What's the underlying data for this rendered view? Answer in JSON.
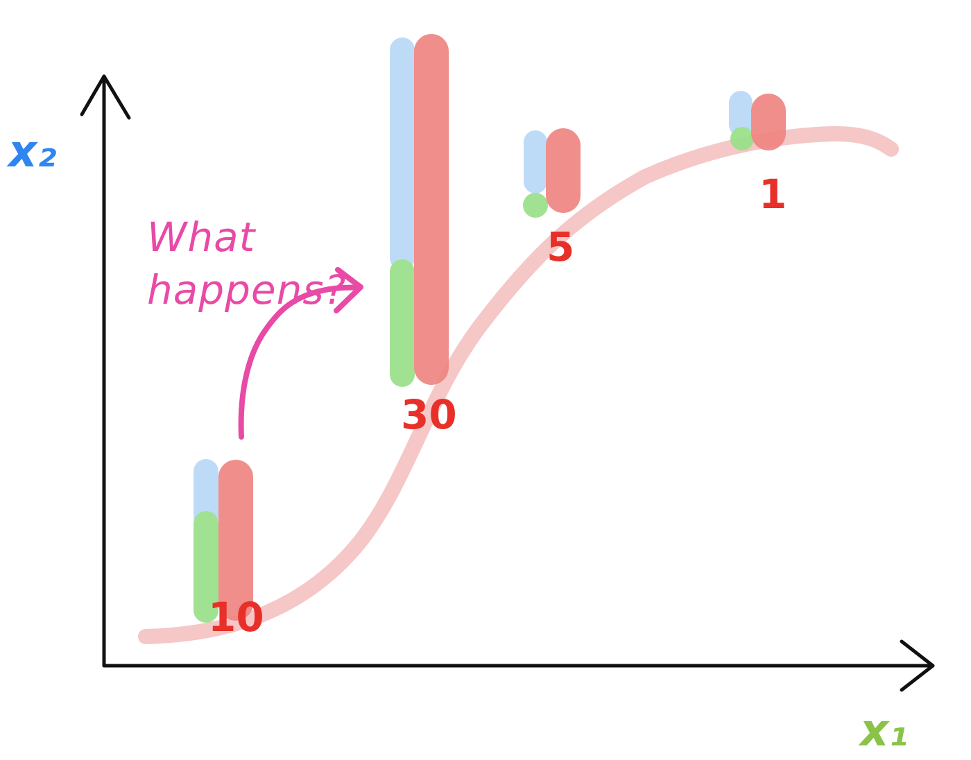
{
  "colors": {
    "axis": "#111111",
    "curve": "#f4c4c4",
    "blue_bar": "#b8d8f7",
    "green_bar": "#98e088",
    "red_bar": "#ef8582",
    "count_text": "#e8302a",
    "annotation": "#e84aa6",
    "x2_label": "#2f86f0",
    "x1_label": "#8bc34a"
  },
  "axes": {
    "y_label": "x₂",
    "x_label": "x₁"
  },
  "annotation": {
    "line1": "What",
    "line2": "happens?"
  },
  "groups": [
    {
      "count": "10"
    },
    {
      "count": "30"
    },
    {
      "count": "5"
    },
    {
      "count": "1"
    }
  ]
}
